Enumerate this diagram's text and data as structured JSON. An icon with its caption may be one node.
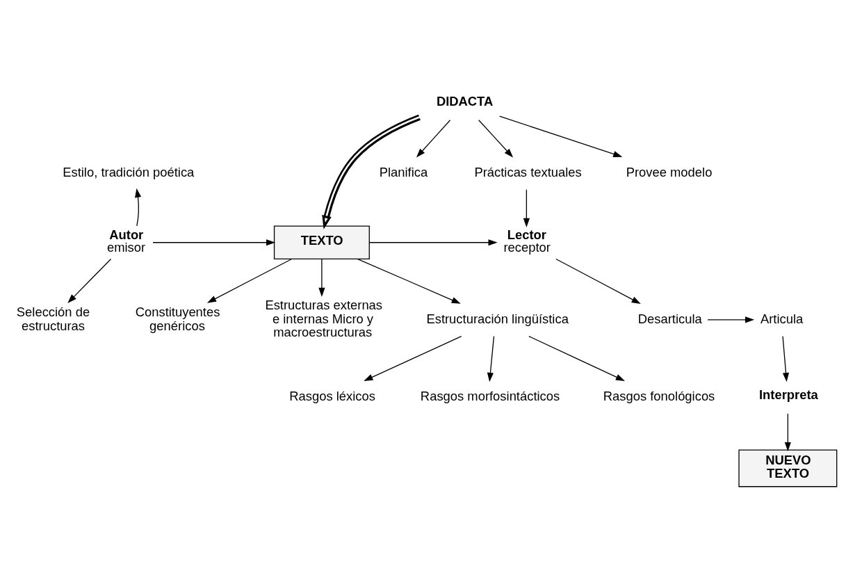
{
  "diagram": {
    "nodes": [
      {
        "text": [
          "Estilo, tradición poética"
        ]
      },
      {
        "text": [
          "DIDACTA"
        ]
      },
      {
        "text": [
          "Planifica"
        ]
      },
      {
        "text": [
          "Prácticas textuales"
        ]
      },
      {
        "text": [
          "Provee modelo"
        ]
      },
      {
        "text": [
          "Autor",
          "emisor"
        ]
      },
      {
        "text": [
          "TEXTO"
        ]
      },
      {
        "text": [
          "Lector",
          "receptor"
        ]
      },
      {
        "text": [
          "Selección de estructuras"
        ]
      },
      {
        "text": [
          "Constituyentes genéricos"
        ]
      },
      {
        "text": [
          "Estructuras externas e internas Micro y macroestructuras"
        ]
      },
      {
        "text": [
          "Desarticula"
        ]
      },
      {
        "text": [
          "Articula"
        ]
      },
      {
        "text": [
          "Interpreta"
        ]
      },
      {
        "text": [
          "NUEVO TEXTO"
        ]
      },
      {
        "text": [
          "Estructuración lingüística"
        ]
      },
      {
        "text": [
          "Rasgos léxicos"
        ]
      },
      {
        "text": [
          "Rasgos morfosintácticos"
        ]
      },
      {
        "text": [
          "Rasgos fonológicos"
        ]
      }
    ],
    "edges": [
      {
        "from": 5,
        "to": 0,
        "arrow": "to"
      },
      {
        "from": 5,
        "to": 8,
        "arrow": "to"
      },
      {
        "from": 5,
        "to": 6,
        "arrow": "to"
      },
      {
        "from": 1,
        "to": 6,
        "arrow": "both",
        "style": "thick"
      },
      {
        "from": 1,
        "to": 2,
        "arrow": "to"
      },
      {
        "from": 1,
        "to": 3,
        "arrow": "to"
      },
      {
        "from": 1,
        "to": 4,
        "arrow": "to"
      },
      {
        "from": 3,
        "to": 7,
        "arrow": "to"
      },
      {
        "from": 6,
        "to": 7,
        "arrow": "to"
      },
      {
        "from": 7,
        "to": 11,
        "arrow": "to"
      },
      {
        "from": 11,
        "to": 12,
        "arrow": "to"
      },
      {
        "from": 12,
        "to": 13,
        "arrow": "to"
      },
      {
        "from": 13,
        "to": 14,
        "arrow": "to"
      },
      {
        "from": 6,
        "to": 9,
        "arrow": "to"
      },
      {
        "from": 6,
        "to": 10,
        "arrow": "to"
      },
      {
        "from": 6,
        "to": 15,
        "arrow": "to"
      },
      {
        "from": 15,
        "to": 16,
        "arrow": "to"
      },
      {
        "from": 15,
        "to": 17,
        "arrow": "to"
      },
      {
        "from": 15,
        "to": 18,
        "arrow": "to"
      }
    ]
  }
}
